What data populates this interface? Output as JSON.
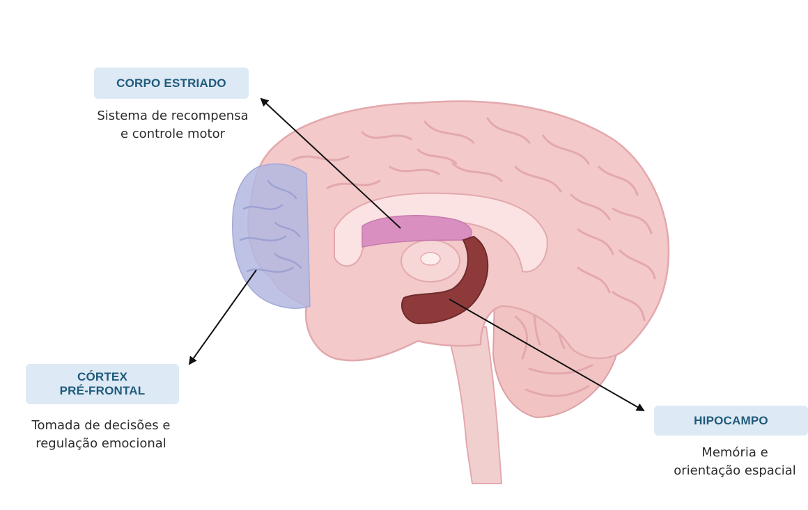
{
  "colors": {
    "label_bg": "#dde9f5",
    "label_text": "#1f5a7a",
    "brain_fill": "#f3c9c9",
    "brain_stroke": "#e3a8ad",
    "prefrontal": "#b3b8e0",
    "striatum": "#d98fc0",
    "hippocampus": "#8f3a3a",
    "arrow": "#111111"
  },
  "labels": {
    "striado": {
      "title": "CORPO ESTRIADO",
      "desc_line1": "Sistema de recompensa",
      "desc_line2": "e controle motor"
    },
    "cortex": {
      "title_line1": "CÓRTEX",
      "title_line2": "PRÉ-FRONTAL",
      "desc_line1": "Tomada de decisões e",
      "desc_line2": "regulação emocional"
    },
    "hipocampo": {
      "title": "HIPOCAMPO",
      "desc_line1": "Memória e",
      "desc_line2": "orientação espacial"
    }
  }
}
